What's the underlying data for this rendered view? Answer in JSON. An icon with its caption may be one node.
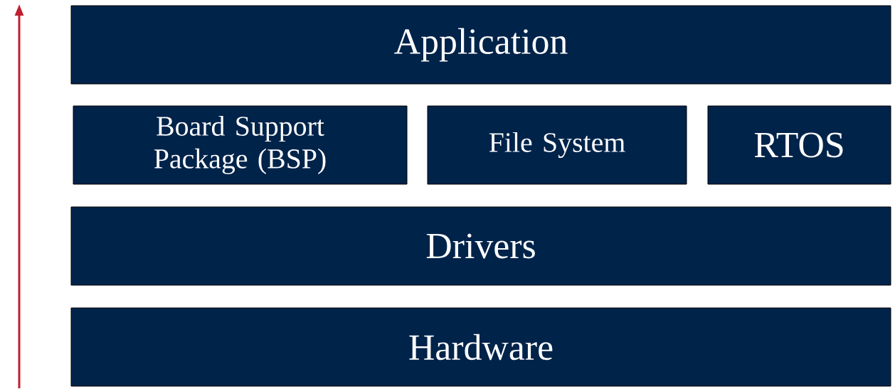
{
  "diagram": {
    "nodes": [
      {
        "text": [
          "Application"
        ]
      },
      {
        "text": [
          "Board Support Package (BSP)"
        ]
      },
      {
        "text": [
          "File System"
        ]
      },
      {
        "text": [
          "RTOS"
        ]
      },
      {
        "text": [
          "Drivers"
        ]
      },
      {
        "text": [
          "Hardware"
        ]
      }
    ]
  }
}
